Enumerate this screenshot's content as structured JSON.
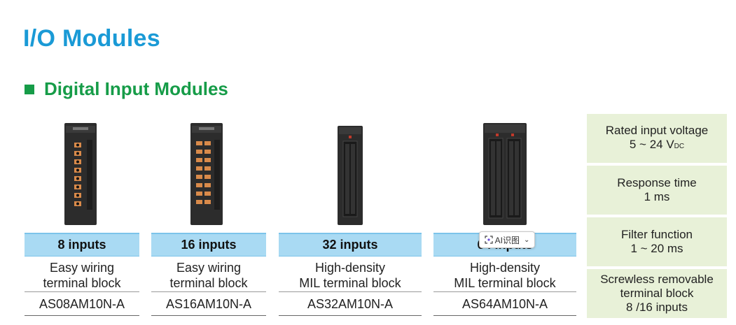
{
  "page": {
    "title": "I/O Modules",
    "subtitle": "Digital Input Modules"
  },
  "modules": [
    {
      "inputs": "8 inputs",
      "desc1": "Easy wiring",
      "desc2": "terminal block",
      "model": "AS08AM10N-A"
    },
    {
      "inputs": "16 inputs",
      "desc1": "Easy wiring",
      "desc2": "terminal block",
      "model": "AS16AM10N-A"
    },
    {
      "inputs": "32 inputs",
      "desc1": "High-density",
      "desc2": "MIL terminal block",
      "model": "AS32AM10N-A"
    },
    {
      "inputs": "64 inputs",
      "desc1": "High-density",
      "desc2": "MIL terminal block",
      "model": "AS64AM10N-A"
    }
  ],
  "specs": [
    {
      "line1": "Rated input voltage",
      "line2": "5 ~ 24 V",
      "line2_sub": "DC"
    },
    {
      "line1": "Response time",
      "line2": "1 ms"
    },
    {
      "line1": "Filter function",
      "line2": "1 ~ 20 ms"
    },
    {
      "line1": "Screwless removable",
      "line2": "terminal block",
      "line3": "8 /16 inputs"
    }
  ],
  "overlay": {
    "ai_label": "AI识图"
  },
  "colors": {
    "title": "#1a9ad6",
    "subtitle": "#169c48",
    "header_bg": "#a9daf3",
    "spec_bg": "#e8f1d8",
    "terminal_orange": "#d98a4a"
  }
}
